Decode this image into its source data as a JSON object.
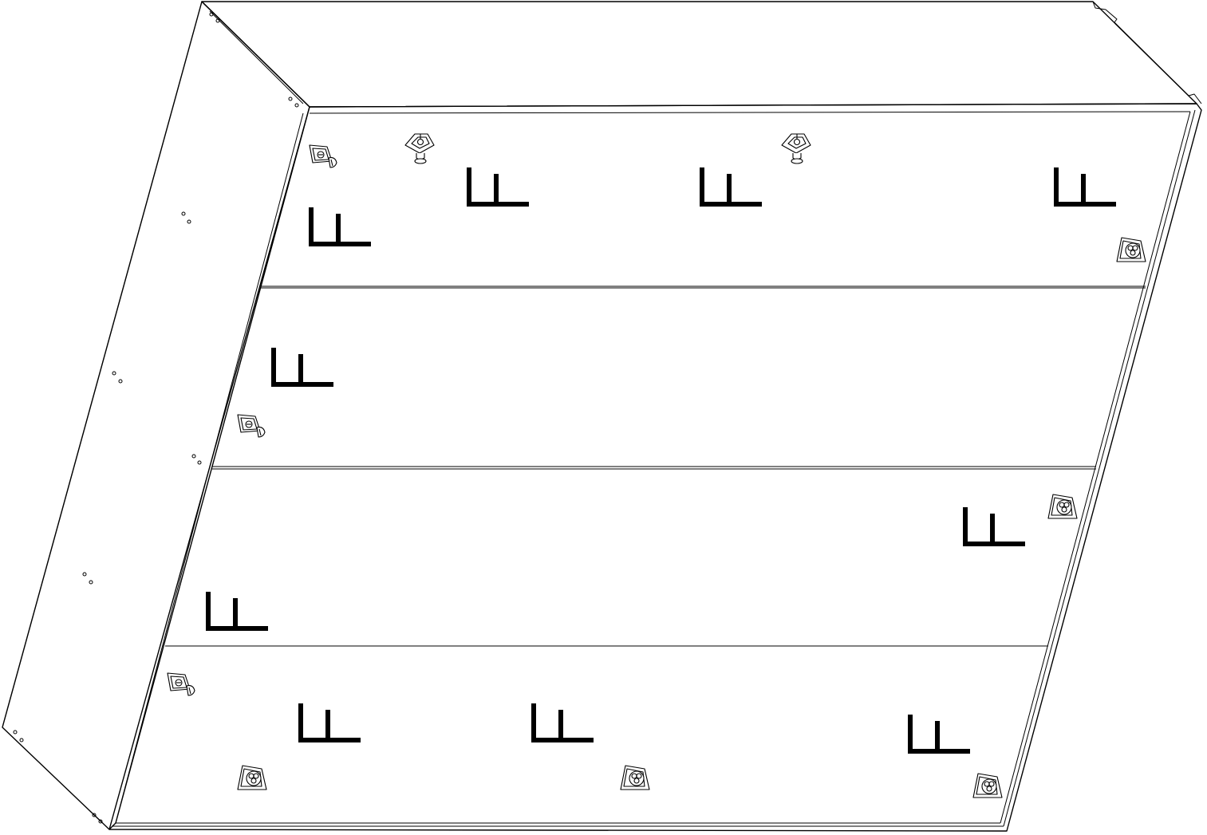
{
  "drawing": {
    "line_color": "#000000",
    "background": "#ffffff",
    "panel_count": 4,
    "panels": [
      {
        "name": "top-row",
        "label_marks": 4,
        "cam_locks": 3,
        "corner_brackets": 1
      },
      {
        "name": "second-row",
        "label_marks": 1,
        "cam_locks": 1,
        "corner_brackets": 0
      },
      {
        "name": "third-row",
        "label_marks": 2,
        "cam_locks": 0,
        "corner_brackets": 1
      },
      {
        "name": "bottom-row",
        "label_marks": 3,
        "cam_locks": 1,
        "corner_brackets": 3
      }
    ],
    "icons": [
      "cam-lock-icon",
      "corner-bracket-icon",
      "arrow-mark-icon",
      "dowel-hole-icon"
    ]
  }
}
